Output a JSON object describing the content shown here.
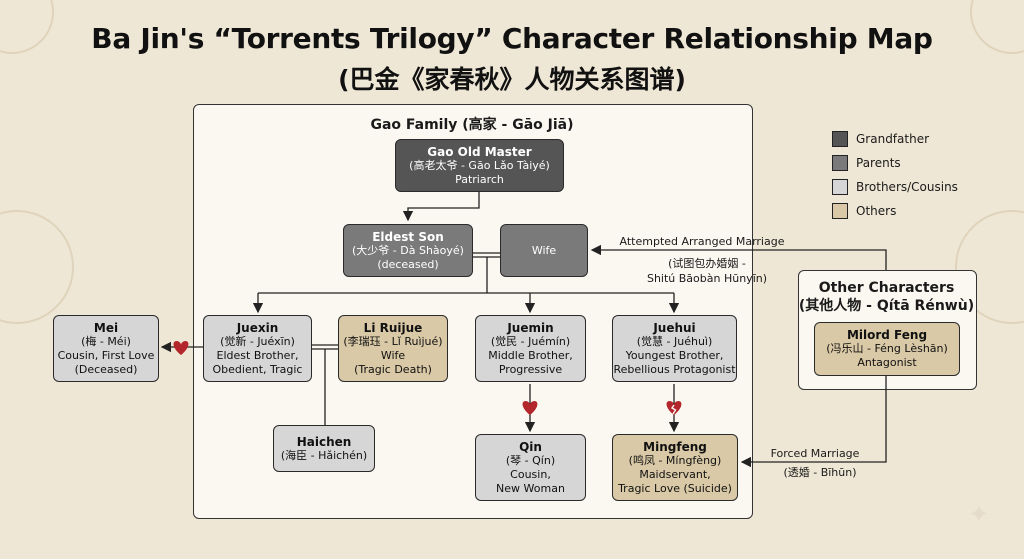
{
  "title": "Ba Jin's “Torrents Trilogy” Character Relationship Map",
  "subtitle": "(巴金《家春秋》人物关系图谱)",
  "gao_family_label": "Gao Family (高家 - Gāo Jiā)",
  "other_label_1": "Other Characters",
  "other_label_2": "(其他人物 - Qítā Rénwù)",
  "legend": [
    {
      "label": "Grandfather",
      "color": "#555555"
    },
    {
      "label": "Parents",
      "color": "#7a7a7a"
    },
    {
      "label": "Brothers/Cousins",
      "color": "#d6d6d6"
    },
    {
      "label": "Others",
      "color": "#d9c9a6"
    }
  ],
  "nodes": {
    "gao_old_master": {
      "name": "Gao Old Master",
      "l2": "(高老太爷 - Gāo Lǎo Tàiyé)",
      "l3": "Patriarch"
    },
    "eldest_son": {
      "name": "Eldest Son",
      "l2": "(大少爷 - Dà Shàoyé)",
      "l3": "(deceased)"
    },
    "wife": {
      "name": "Wife"
    },
    "juexin": {
      "name": "Juexin",
      "l2": "(觉新 - Juéxīn)",
      "l3": "Eldest Brother,",
      "l4": "Obedient, Tragic"
    },
    "li_ruijue": {
      "name": "Li Ruijue",
      "l2": "(李瑞珏 - Lǐ Ruìjué)",
      "l3": "Wife",
      "l4": "(Tragic Death)"
    },
    "juemin": {
      "name": "Juemin",
      "l2": "(觉民 - Juémín)",
      "l3": "Middle Brother,",
      "l4": "Progressive"
    },
    "juehui": {
      "name": "Juehui",
      "l2": "(觉慧 - Juéhuì)",
      "l3": "Youngest Brother,",
      "l4": "Rebellious Protagonist"
    },
    "mei": {
      "name": "Mei",
      "l2": "(梅 - Méi)",
      "l3": "Cousin, First Love",
      "l4": "(Deceased)"
    },
    "haichen": {
      "name": "Haichen",
      "l2": "(海臣 - Hǎichén)"
    },
    "qin": {
      "name": "Qin",
      "l2": "(琴 - Qín)",
      "l3": "Cousin,",
      "l4": "New Woman"
    },
    "mingfeng": {
      "name": "Mingfeng",
      "l2": "(鸣凤 - Míngfèng)",
      "l3": "Maidservant,",
      "l4": "Tragic Love (Suicide)"
    },
    "milord_feng": {
      "name": "Milord Feng",
      "l2": "(冯乐山 - Féng Lèshān)",
      "l3": "Antagonist"
    }
  },
  "edge_labels": {
    "arranged_1": "Attempted Arranged Marriage",
    "arranged_2": "(试图包办婚姻 -",
    "arranged_3": "Shitú Bāobàn Hūnyīn)",
    "forced_1": "Forced Marriage",
    "forced_2": "(透婚 - Bīhūn)"
  },
  "colors": {
    "heart": "#b3262c",
    "background": "#efe7d5"
  }
}
